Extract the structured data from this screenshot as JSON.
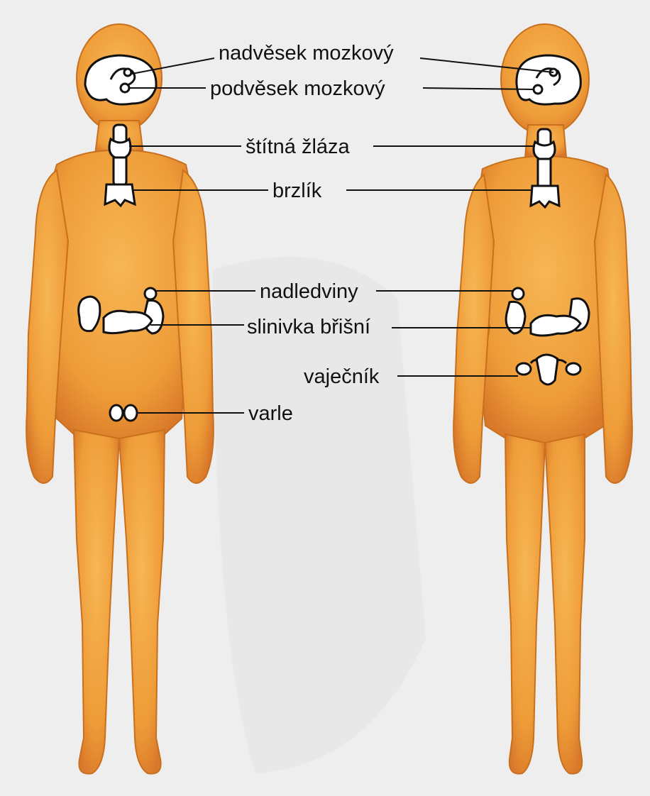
{
  "colors": {
    "background": "#eeeeee",
    "skin": "#f0a43e",
    "skin_shadow": "#d9782a",
    "gland_fill": "#ffffff",
    "gland_outline": "#111111",
    "leader_line": "#111111"
  },
  "figures": [
    "male-figure",
    "female-figure"
  ],
  "labels": {
    "pineal": "nadvěsek mozkový",
    "pituitary": "podvěsek mozkový",
    "thyroid": "štítná žláza",
    "thymus": "brzlík",
    "adrenals": "nadledviny",
    "pancreas": "slinivka břišní",
    "ovary": "vaječník",
    "testis": "varle"
  }
}
